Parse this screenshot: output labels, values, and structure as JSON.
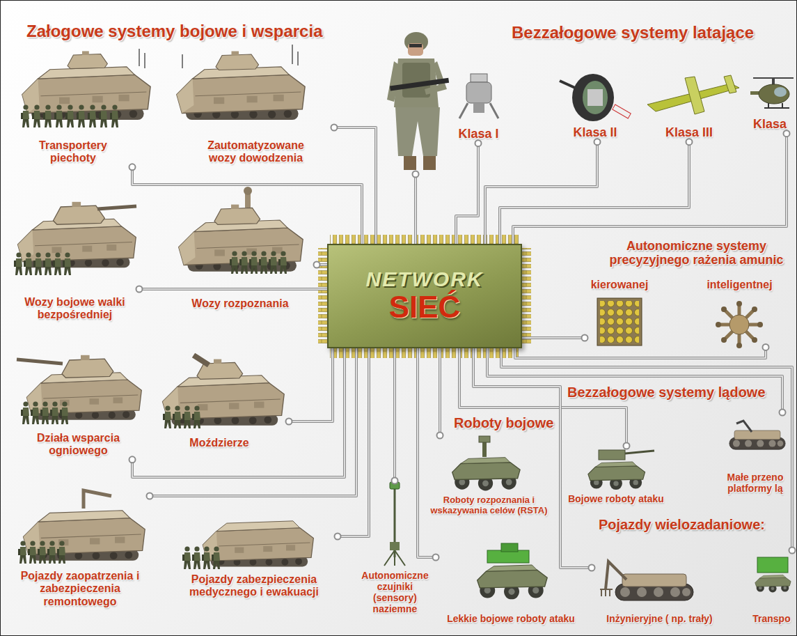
{
  "diagram": {
    "nodes": [
      {
        "text": [
          "Transportery piechoty"
        ]
      },
      {
        "text": [
          "Zautomatyzowane wozy dowodzenia"
        ]
      },
      {
        "text": [
          "Klasa I"
        ]
      },
      {
        "text": [
          "Klasa II"
        ]
      },
      {
        "text": [
          "Klasa III"
        ]
      },
      {
        "text": [
          "Klasa"
        ]
      },
      {
        "text": [
          "Wozy bojowe walki bezpośredniej"
        ]
      },
      {
        "text": [
          "Wozy rozpoznania"
        ]
      },
      {
        "text": [
          "NETWORK",
          "SIEĆ"
        ]
      },
      {
        "text": [
          "kierowanej"
        ]
      },
      {
        "text": [
          "inteligentnej"
        ]
      },
      {
        "text": [
          "Działa wsparcia ogniowego"
        ]
      },
      {
        "text": [
          "Moździerze"
        ]
      },
      {
        "text": [
          "Pojazdy zaopatrzenia i zabezpieczenia remontowego"
        ]
      },
      {
        "text": [
          "Pojazdy zabezpieczenia medycznego i ewakuacji"
        ]
      },
      {
        "text": [
          "Autonomiczne czujniki (sensory) naziemne"
        ]
      },
      {
        "text": [
          "Roboty rozpoznania i wskazywania celów (RSTA)"
        ]
      },
      {
        "text": [
          "Bojowe roboty ataku"
        ]
      },
      {
        "text": [
          "Małe przeno platformy lą"
        ]
      },
      {
        "text": [
          "Lekkie bojowe roboty ataku"
        ]
      },
      {
        "text": [
          "Inżynieryjne ( np. trały)"
        ]
      },
      {
        "text": [
          "Transpo"
        ]
      }
    ],
    "edges": [
      {
        "from": 0,
        "to": 8,
        "arrow": "none"
      },
      {
        "from": 1,
        "to": 8,
        "arrow": "none"
      },
      {
        "from": 2,
        "to": 8,
        "arrow": "none"
      },
      {
        "from": 3,
        "to": 8,
        "arrow": "none"
      },
      {
        "from": 4,
        "to": 8,
        "arrow": "none"
      },
      {
        "from": 5,
        "to": 8,
        "arrow": "none"
      },
      {
        "from": 6,
        "to": 8,
        "arrow": "none"
      },
      {
        "from": 7,
        "to": 8,
        "arrow": "none"
      },
      {
        "from": 9,
        "to": 8,
        "arrow": "none"
      },
      {
        "from": 10,
        "to": 8,
        "arrow": "none"
      },
      {
        "from": 11,
        "to": 8,
        "arrow": "none"
      },
      {
        "from": 12,
        "to": 8,
        "arrow": "none"
      },
      {
        "from": 13,
        "to": 8,
        "arrow": "none"
      },
      {
        "from": 14,
        "to": 8,
        "arrow": "none"
      },
      {
        "from": 15,
        "to": 8,
        "arrow": "none"
      },
      {
        "from": 16,
        "to": 8,
        "arrow": "none"
      },
      {
        "from": 17,
        "to": 8,
        "arrow": "none"
      },
      {
        "from": 18,
        "to": 8,
        "arrow": "none"
      },
      {
        "from": 19,
        "to": 8,
        "arrow": "none"
      },
      {
        "from": 20,
        "to": 8,
        "arrow": "none"
      },
      {
        "from": 21,
        "to": 8,
        "arrow": "none"
      }
    ],
    "labels": [
      "Załogowe systemy bojowe i wsparcia",
      "Bezzałogowe systemy latające",
      "Autonomiczne systemy precyzyjnego rażenia amunic",
      "Bezzałogowe systemy lądowe",
      "Roboty bojowe",
      "Pojazdy wielozadaniowe:"
    ]
  }
}
